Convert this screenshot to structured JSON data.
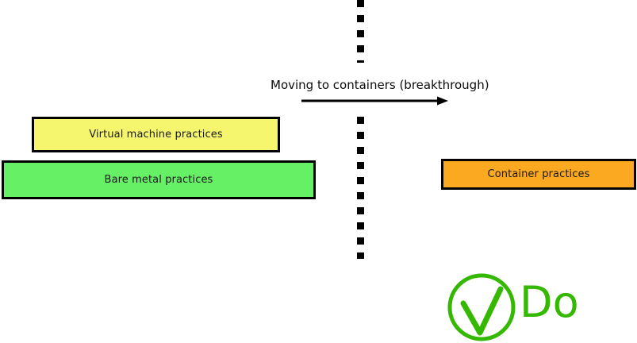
{
  "diagram": {
    "title_text": "Moving to containers (breakthrough)",
    "arrow_icon": "right-arrow-icon",
    "divider_icon": "dotted-vertical-divider-icon",
    "left_side": {
      "boxes": [
        {
          "label": "Virtual machine practices",
          "color": "#F5F56E"
        },
        {
          "label": "Bare metal practices",
          "color": "#66F066"
        }
      ]
    },
    "right_side": {
      "boxes": [
        {
          "label": "Container practices",
          "color": "#FBA921"
        }
      ]
    },
    "verdict": {
      "icon": "check-circle-icon",
      "label": "Do",
      "color": "#35B800"
    }
  }
}
